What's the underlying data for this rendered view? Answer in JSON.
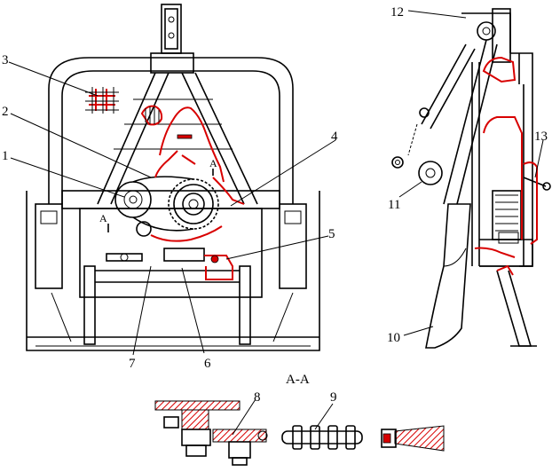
{
  "labels": {
    "l1": "1",
    "l2": "2",
    "l3": "3",
    "l4": "4",
    "l5": "5",
    "l6": "6",
    "l7": "7",
    "l8": "8",
    "l9": "9",
    "l10": "10",
    "l11": "11",
    "l12": "12",
    "l13": "13"
  },
  "section": {
    "title": "A-A",
    "markA1": "A",
    "markA2": "A"
  },
  "colors": {
    "outline": "#000000",
    "highlight": "#d80000"
  }
}
